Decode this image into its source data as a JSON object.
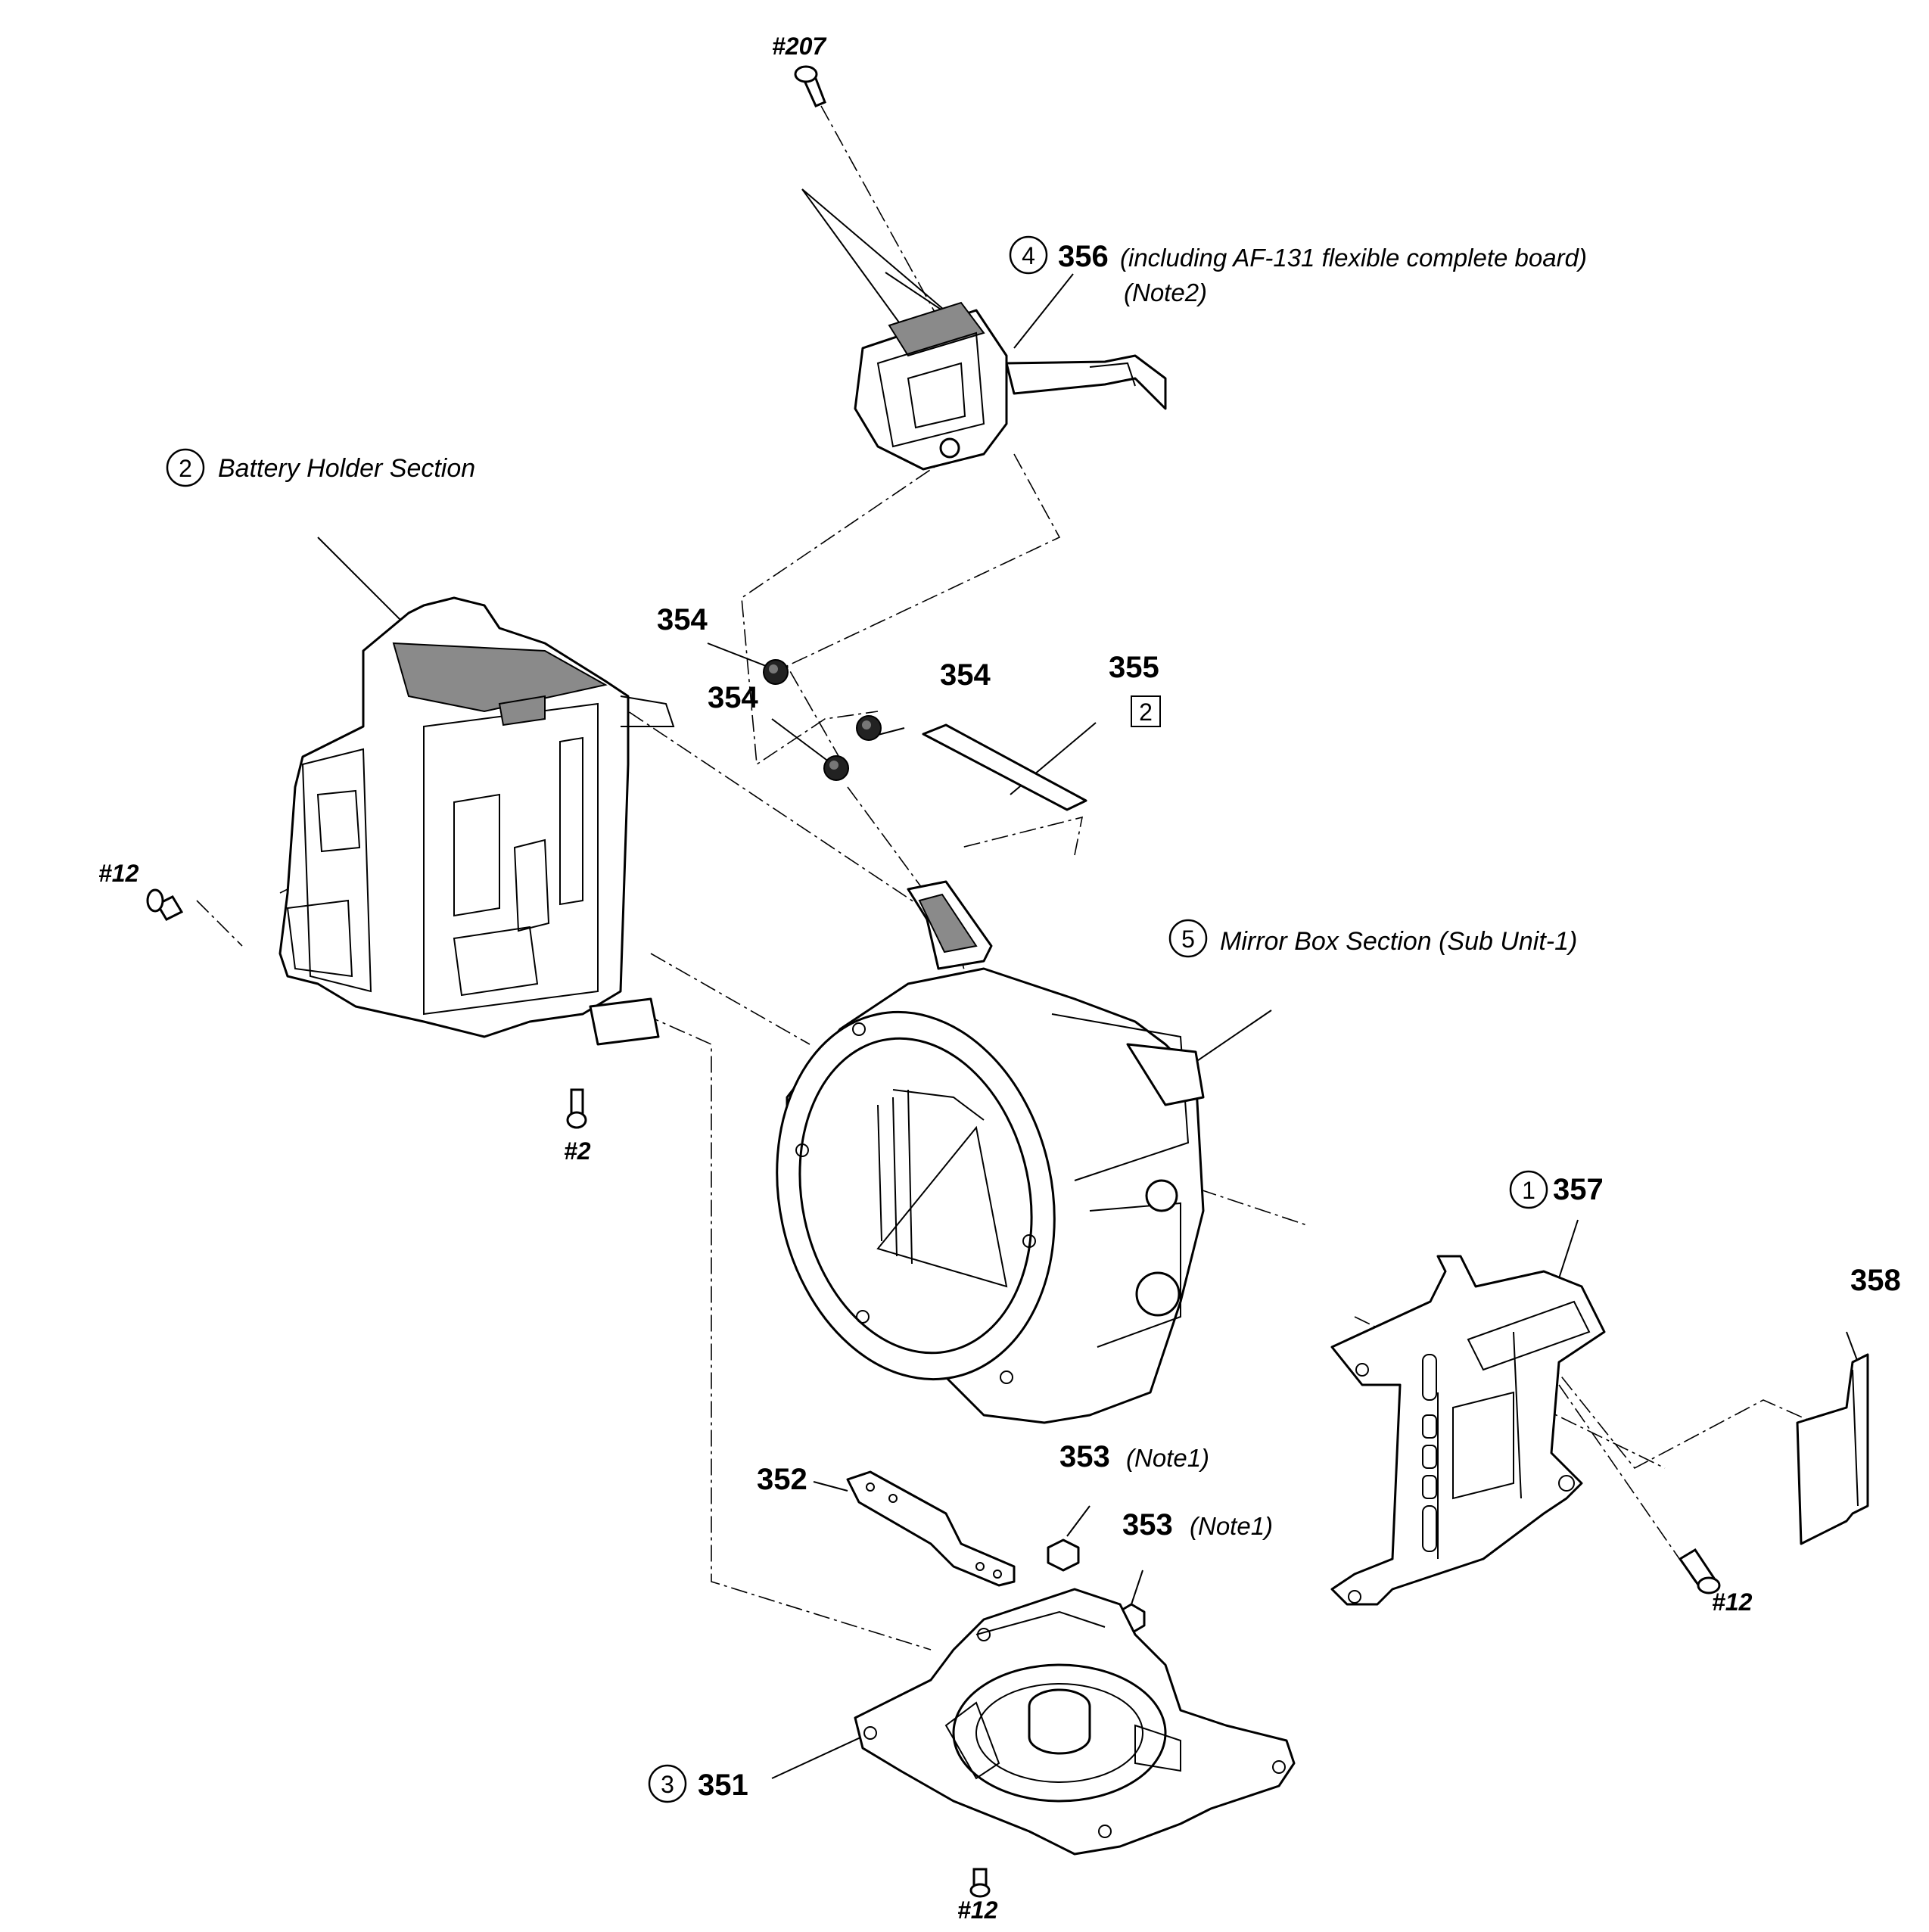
{
  "labels": {
    "s207": "#207",
    "p356": "356",
    "note356a": "(including AF-131 flexible complete board)",
    "note356b": "(Note2)",
    "c4": "4",
    "c2": "2",
    "sec2": "Battery Holder Section",
    "p354a": "354",
    "p354b": "354",
    "p354c": "354",
    "p355": "355",
    "box2": "2",
    "s12left": "#12",
    "c5": "5",
    "sec5": "Mirror Box Section (Sub Unit-1)",
    "s2": "#2",
    "c1": "1",
    "p357": "357",
    "p358": "358",
    "p352": "352",
    "p353a": "353",
    "note353a": "(Note1)",
    "p353b": "353",
    "note353b": "(Note1)",
    "s12right": "#12",
    "c3": "3",
    "p351": "351",
    "s12bottom": "#12"
  }
}
